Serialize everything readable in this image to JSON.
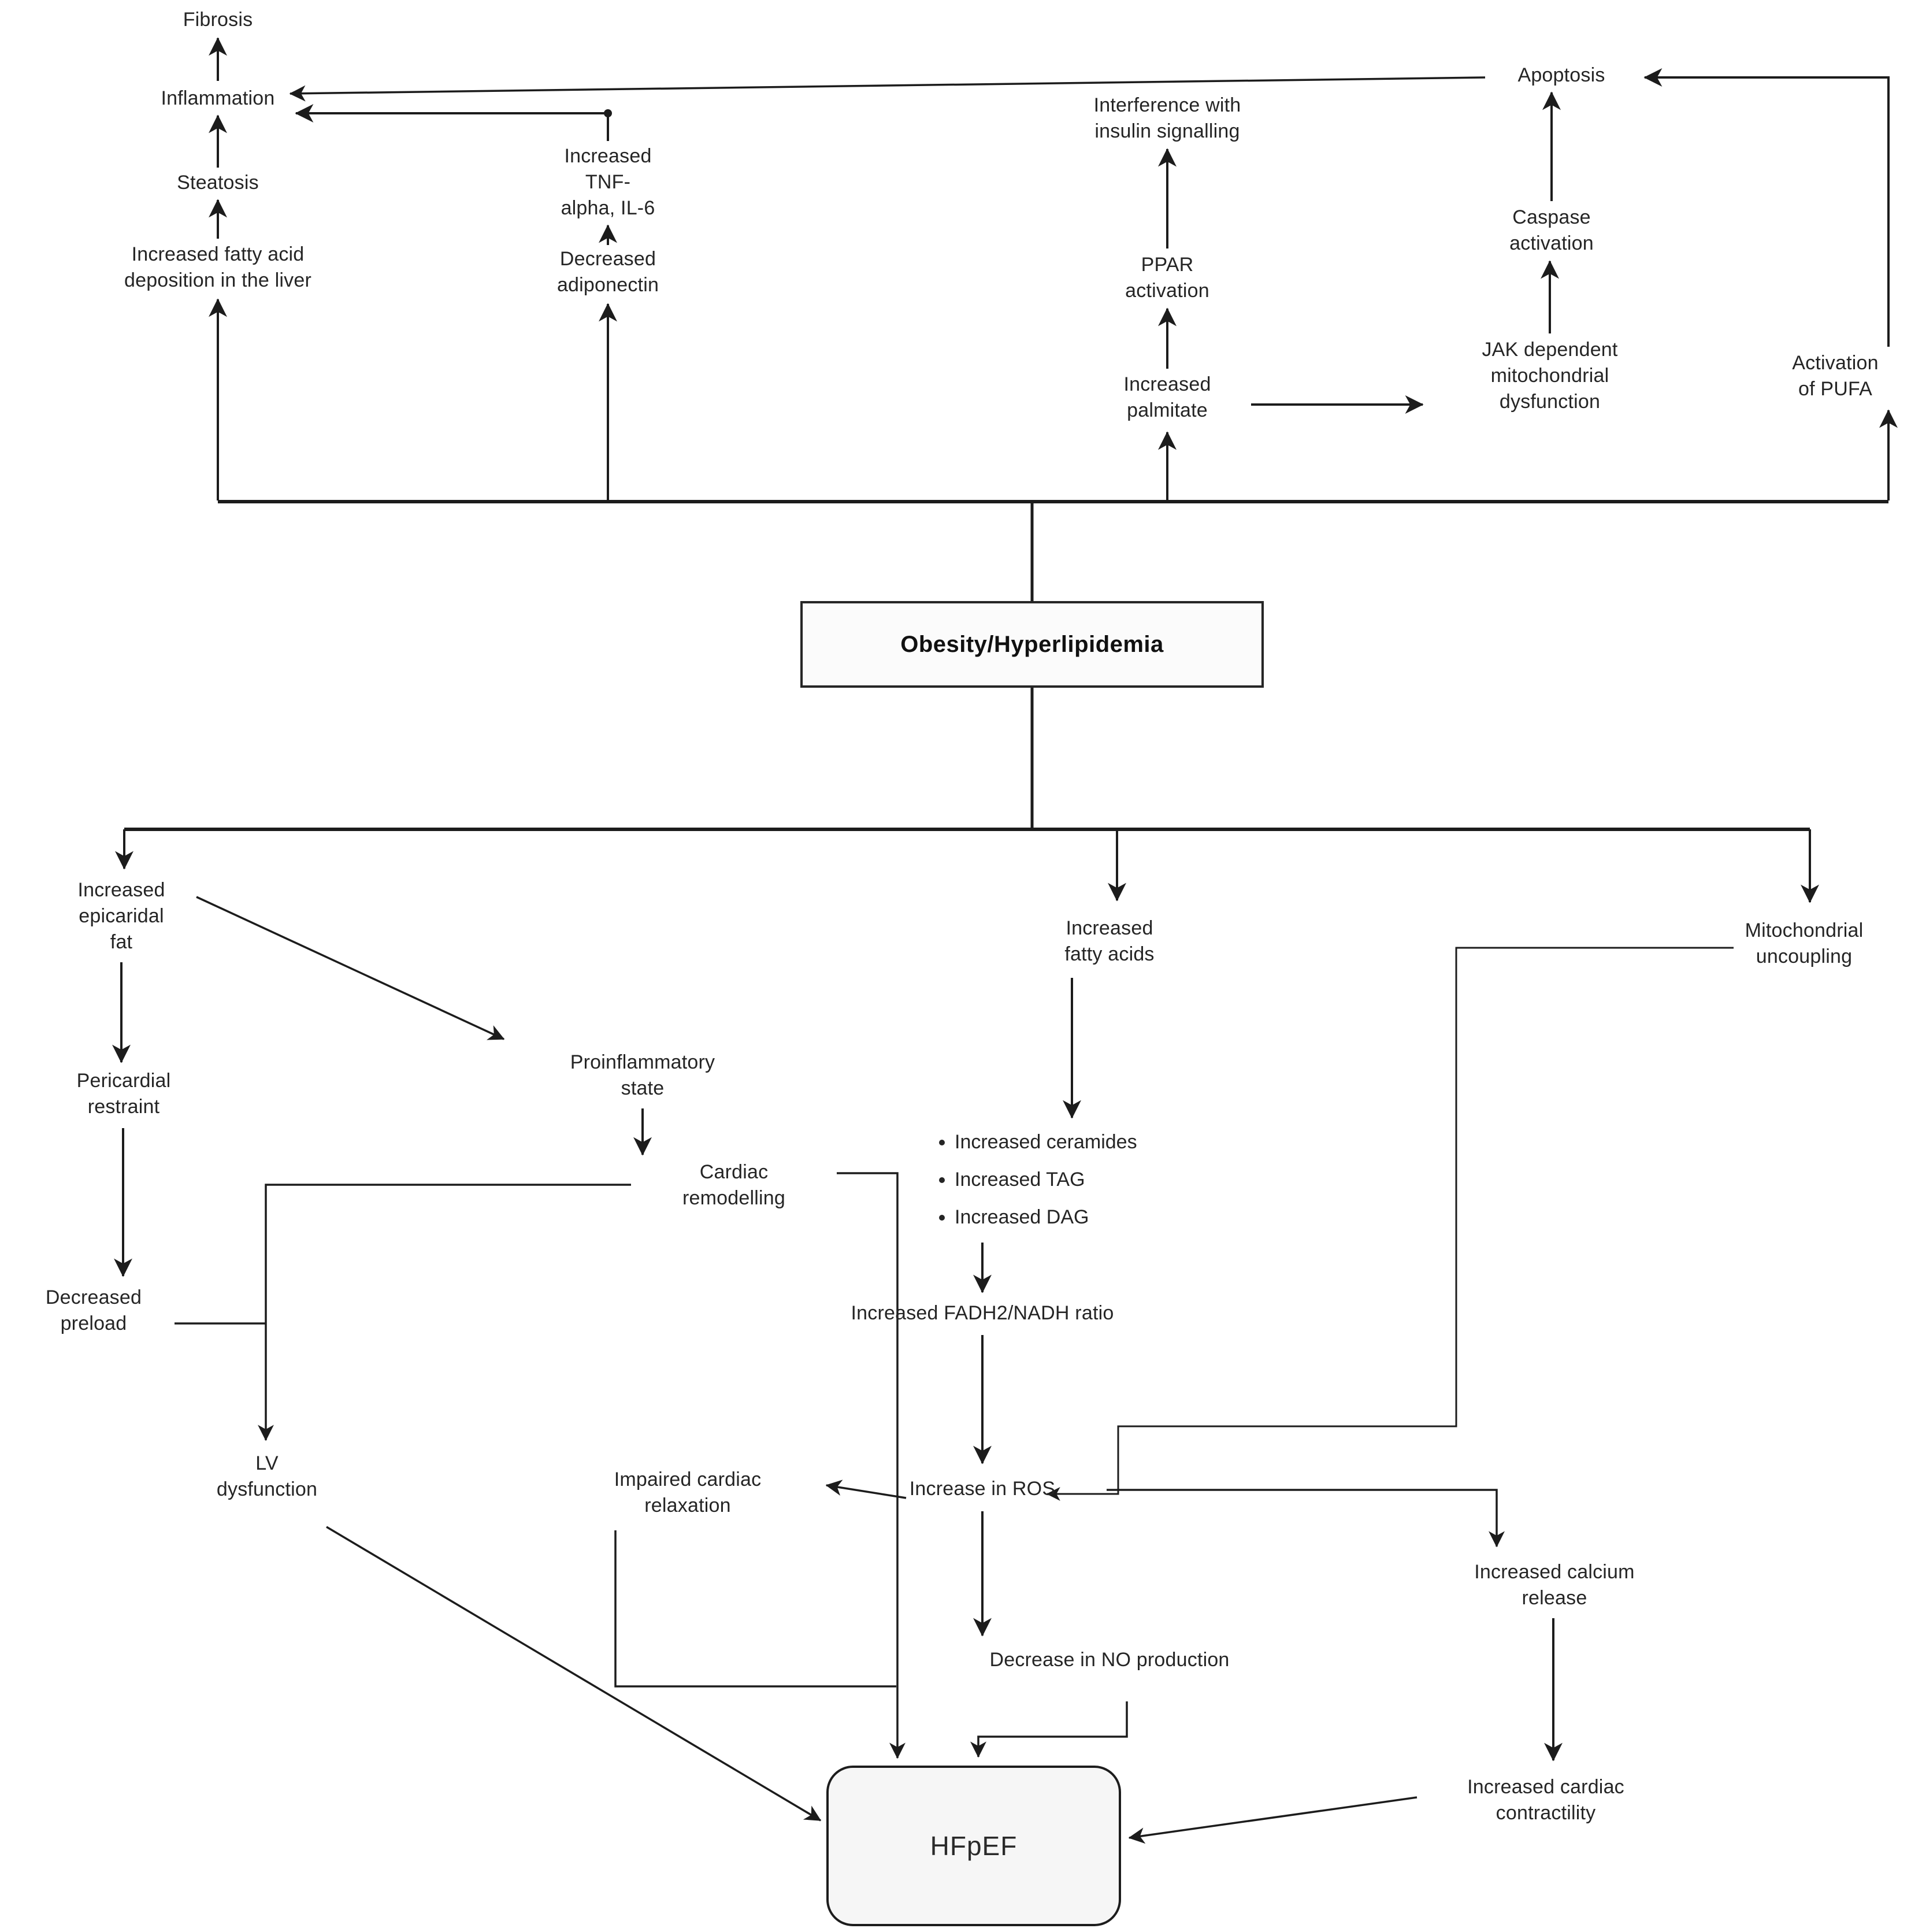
{
  "diagram": {
    "central_node": {
      "label": "Obesity/Hyperlipidemia"
    },
    "outcome_node": {
      "label": "HFpEF"
    },
    "nodes": [
      {
        "id": "fibrosis",
        "label": "Fibrosis"
      },
      {
        "id": "inflammation",
        "label": "Inflammation"
      },
      {
        "id": "steatosis",
        "label": "Steatosis"
      },
      {
        "id": "fatty-liver",
        "label": "Increased fatty acid\ndeposition in the liver"
      },
      {
        "id": "tnf",
        "label": "Increased\nTNF-\nalpha, IL-6"
      },
      {
        "id": "adiponectin",
        "label": "Decreased\nadiponectin"
      },
      {
        "id": "interference",
        "label": "Interference with\ninsulin signalling"
      },
      {
        "id": "ppar",
        "label": "PPAR\nactivation"
      },
      {
        "id": "palmitate",
        "label": "Increased\npalmitate"
      },
      {
        "id": "jak",
        "label": "JAK dependent\nmitochondrial\ndysfunction"
      },
      {
        "id": "caspase",
        "label": "Caspase\nactivation"
      },
      {
        "id": "apoptosis",
        "label": "Apoptosis"
      },
      {
        "id": "pufa",
        "label": "Activation\nof PUFA"
      },
      {
        "id": "epicardial",
        "label": "Increased\nepicaridal\nfat"
      },
      {
        "id": "pericardial",
        "label": "Pericardial\nrestraint"
      },
      {
        "id": "preload",
        "label": "Decreased\npreload"
      },
      {
        "id": "proinflammatory",
        "label": "Proinflammatory\nstate"
      },
      {
        "id": "remodelling",
        "label": "Cardiac\nremodelling"
      },
      {
        "id": "lv",
        "label": "LV\ndysfunction"
      },
      {
        "id": "impaired",
        "label": "Impaired cardiac\nrelaxation"
      },
      {
        "id": "fatty-acids",
        "label": "Increased\nfatty acids"
      },
      {
        "id": "fadh",
        "label": "Increased FADH2/NADH ratio"
      },
      {
        "id": "ros",
        "label": "Increase in ROS"
      },
      {
        "id": "no-production",
        "label": "Decrease in NO production"
      },
      {
        "id": "calcium",
        "label": "Increased calcium\nrelease"
      },
      {
        "id": "contractility",
        "label": "Increased cardiac\ncontractility"
      },
      {
        "id": "mitochondrial",
        "label": "Mitochondrial\nuncoupling"
      }
    ],
    "bullets": {
      "items": [
        "Increased ceramides",
        "Increased TAG",
        "Increased DAG"
      ]
    },
    "edges": [
      {
        "from": "Inflammation",
        "to": "Fibrosis"
      },
      {
        "from": "Steatosis",
        "to": "Inflammation"
      },
      {
        "from": "Increased fatty acid deposition in the liver",
        "to": "Steatosis"
      },
      {
        "from": "Obesity/Hyperlipidemia",
        "to": "Increased fatty acid deposition in the liver"
      },
      {
        "from": "Increased TNF-alpha, IL-6",
        "to": "Inflammation"
      },
      {
        "from": "Apoptosis",
        "to": "Inflammation"
      },
      {
        "from": "Decreased adiponectin",
        "to": "Increased TNF-alpha, IL-6"
      },
      {
        "from": "Obesity/Hyperlipidemia",
        "to": "Decreased adiponectin"
      },
      {
        "from": "PPAR activation",
        "to": "Interference with insulin signalling"
      },
      {
        "from": "Increased palmitate",
        "to": "PPAR activation"
      },
      {
        "from": "Obesity/Hyperlipidemia",
        "to": "Increased palmitate"
      },
      {
        "from": "Increased palmitate",
        "to": "JAK dependent mitochondrial dysfunction"
      },
      {
        "from": "JAK dependent mitochondrial dysfunction",
        "to": "Caspase activation"
      },
      {
        "from": "Caspase activation",
        "to": "Apoptosis"
      },
      {
        "from": "Activation of PUFA",
        "to": "Apoptosis"
      },
      {
        "from": "Obesity/Hyperlipidemia",
        "to": "Activation of PUFA"
      },
      {
        "from": "Obesity/Hyperlipidemia",
        "to": "Increased epicaridal fat"
      },
      {
        "from": "Obesity/Hyperlipidemia",
        "to": "Increased fatty acids"
      },
      {
        "from": "Obesity/Hyperlipidemia",
        "to": "Mitochondrial uncoupling"
      },
      {
        "from": "Increased epicaridal fat",
        "to": "Pericardial restraint"
      },
      {
        "from": "Increased epicaridal fat",
        "to": "Proinflammatory state"
      },
      {
        "from": "Pericardial restraint",
        "to": "Decreased preload"
      },
      {
        "from": "Decreased preload",
        "to": "LV dysfunction"
      },
      {
        "from": "Proinflammatory state",
        "to": "Cardiac remodelling"
      },
      {
        "from": "Cardiac remodelling",
        "to": "LV dysfunction"
      },
      {
        "from": "Cardiac remodelling",
        "to": "HFpEF"
      },
      {
        "from": "LV dysfunction",
        "to": "HFpEF"
      },
      {
        "from": "Increased fatty acids",
        "to": "Increased ceramides / TAG / DAG"
      },
      {
        "from": "Increased ceramides / TAG / DAG",
        "to": "Increased FADH2/NADH ratio"
      },
      {
        "from": "Increased FADH2/NADH ratio",
        "to": "Increase in ROS"
      },
      {
        "from": "Mitochondrial uncoupling",
        "to": "Increase in ROS"
      },
      {
        "from": "Increase in ROS",
        "to": "Impaired cardiac relaxation"
      },
      {
        "from": "Increase in ROS",
        "to": "Decrease in NO production"
      },
      {
        "from": "Increase in ROS",
        "to": "Increased calcium release"
      },
      {
        "from": "Impaired cardiac relaxation",
        "to": "HFpEF"
      },
      {
        "from": "Decrease in NO production",
        "to": "HFpEF"
      },
      {
        "from": "Increased calcium release",
        "to": "Increased cardiac contractility"
      },
      {
        "from": "Increased cardiac contractility",
        "to": "HFpEF"
      }
    ],
    "colors": {
      "line": "#1c1c1c",
      "background": "#ffffff",
      "text": "#252525",
      "box_border": "#262626",
      "box_fill": "#f6f6f6"
    }
  }
}
